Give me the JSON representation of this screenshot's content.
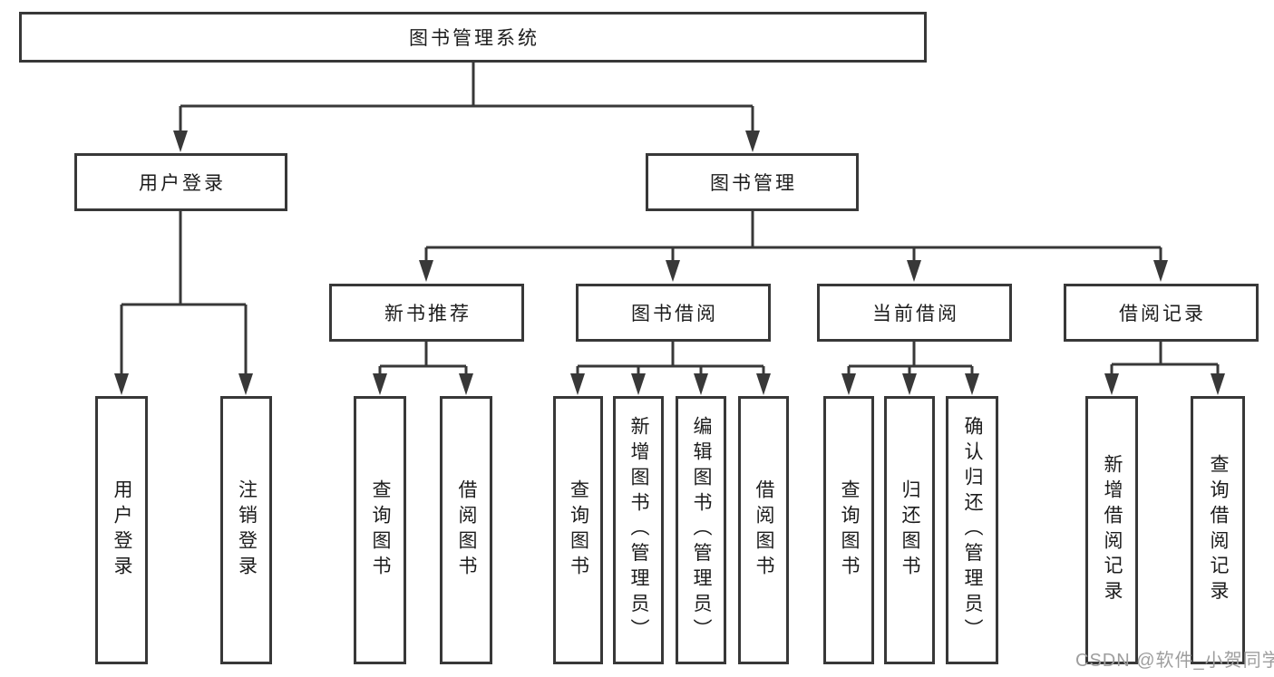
{
  "diagram": {
    "root": {
      "label": "图书管理系统",
      "children": [
        {
          "label": "用户登录",
          "children": [
            {
              "label": "用户登录"
            },
            {
              "label": "注销登录"
            }
          ]
        },
        {
          "label": "图书管理",
          "children": [
            {
              "label": "新书推荐",
              "children": [
                {
                  "label": "查询图书"
                },
                {
                  "label": "借阅图书"
                }
              ]
            },
            {
              "label": "图书借阅",
              "children": [
                {
                  "label": "查询图书"
                },
                {
                  "label": "新增图书（管理员）"
                },
                {
                  "label": "编辑图书（管理员）"
                },
                {
                  "label": "借阅图书"
                }
              ]
            },
            {
              "label": "当前借阅",
              "children": [
                {
                  "label": "查询图书"
                },
                {
                  "label": "归还图书"
                },
                {
                  "label": "确认归还（管理员）"
                }
              ]
            },
            {
              "label": "借阅记录",
              "children": [
                {
                  "label": "新增借阅记录"
                },
                {
                  "label": "查询借阅记录"
                }
              ]
            }
          ]
        }
      ]
    }
  },
  "watermark": {
    "text": "CSDN @软件_小贺同学"
  },
  "colors": {
    "line": "#383838",
    "box_border": "#383838",
    "text": "#1c1c1c",
    "watermark": "#9e9e9e",
    "background": "#ffffff"
  }
}
